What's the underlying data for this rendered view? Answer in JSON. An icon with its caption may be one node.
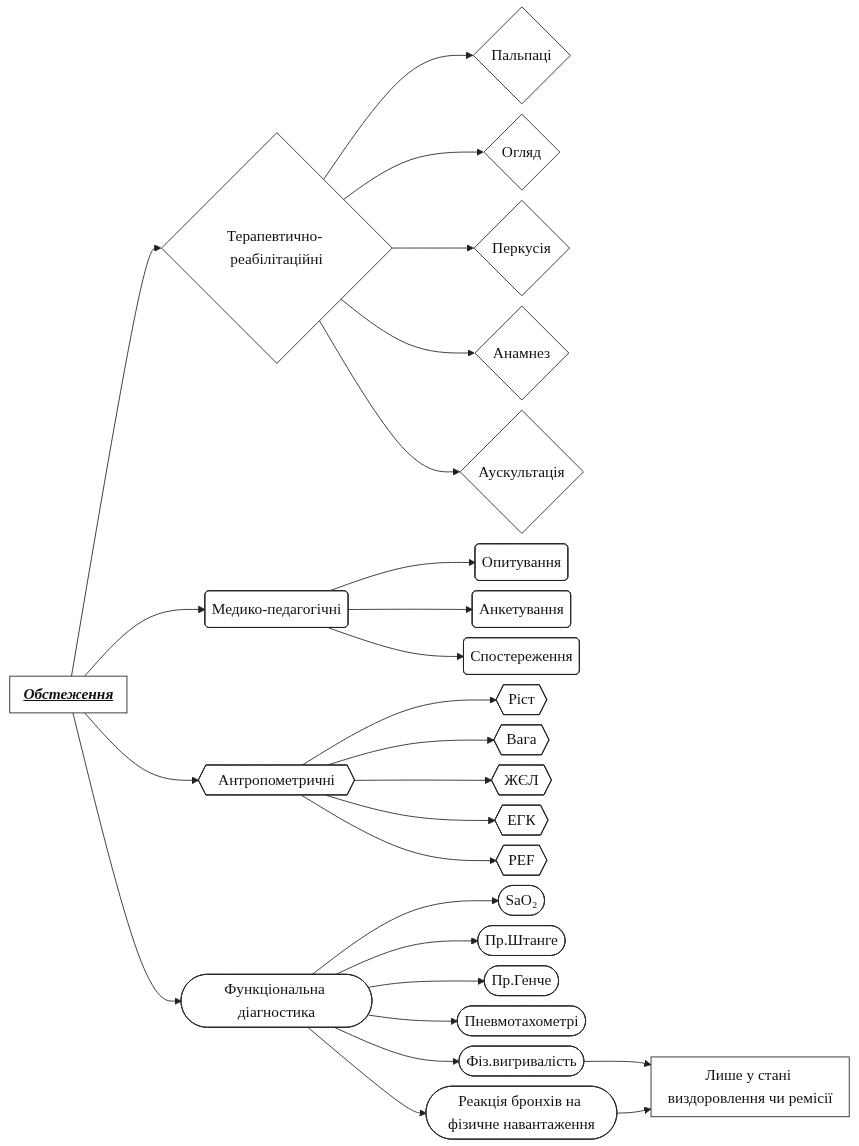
{
  "diagram": {
    "nodes": [
      {
        "text": [
          "Пальпаці"
        ]
      },
      {
        "text": [
          "Огляд"
        ]
      },
      {
        "text": [
          "Перкусія"
        ]
      },
      {
        "text": [
          "Анамнез"
        ]
      },
      {
        "text": [
          "Аускультація"
        ]
      },
      {
        "text": [
          "Терапевтично- реабілітаційні"
        ]
      },
      {
        "text": [
          "Обстеження"
        ]
      },
      {
        "text": [
          "Медико-педагогічні"
        ]
      },
      {
        "text": [
          "Антропометричні"
        ]
      },
      {
        "text": [
          "Опитування"
        ]
      },
      {
        "text": [
          "Анкетування"
        ]
      },
      {
        "text": [
          "Спостереження"
        ]
      },
      {
        "text": [
          "Ріст"
        ]
      },
      {
        "text": [
          "Вага"
        ]
      },
      {
        "text": [
          "ЖЄЛ"
        ]
      },
      {
        "text": [
          "ЕГК"
        ]
      },
      {
        "text": [
          "PEF"
        ]
      },
      {
        "text": [
          "Функціональна діагностика"
        ]
      },
      {
        "text": [
          "SaO₂"
        ]
      },
      {
        "text": [
          "Пр.Штанге"
        ]
      },
      {
        "text": [
          "Пр.Генче"
        ]
      },
      {
        "text": [
          "Пневмотахометрі"
        ]
      },
      {
        "text": [
          "Фіз.вигривалість"
        ]
      },
      {
        "text": [
          "Реакція бронхів на фізичне навантаження"
        ]
      },
      {
        "text": [
          "Лише у стані виздоровлення чи ремісії"
        ]
      }
    ],
    "edges": [
      {
        "from": 6,
        "to": 5,
        "arrow": "to"
      },
      {
        "from": 5,
        "to": 3,
        "arrow": "to"
      },
      {
        "from": 5,
        "to": 1,
        "arrow": "to"
      },
      {
        "from": 5,
        "to": 0,
        "arrow": "to"
      },
      {
        "from": 5,
        "to": 2,
        "arrow": "to"
      },
      {
        "from": 5,
        "to": 4,
        "arrow": "to"
      },
      {
        "from": 6,
        "to": 7,
        "arrow": "to"
      },
      {
        "from": 6,
        "to": 8,
        "arrow": "to"
      },
      {
        "from": 6,
        "to": 17,
        "arrow": "to"
      },
      {
        "from": 7,
        "to": 9,
        "arrow": "to"
      },
      {
        "from": 7,
        "to": 10,
        "arrow": "to"
      },
      {
        "from": 7,
        "to": 11,
        "arrow": "to"
      },
      {
        "from": 8,
        "to": 12,
        "arrow": "to"
      },
      {
        "from": 8,
        "to": 13,
        "arrow": "to"
      },
      {
        "from": 8,
        "to": 14,
        "arrow": "to"
      },
      {
        "from": 8,
        "to": 15,
        "arrow": "to"
      },
      {
        "from": 8,
        "to": 16,
        "arrow": "to"
      },
      {
        "from": 17,
        "to": 19,
        "arrow": "to"
      },
      {
        "from": 17,
        "to": 20,
        "arrow": "to"
      },
      {
        "from": 17,
        "to": 22,
        "arrow": "to"
      },
      {
        "from": 17,
        "to": 23,
        "arrow": "to"
      },
      {
        "from": 17,
        "to": 21,
        "arrow": "to"
      },
      {
        "from": 17,
        "to": 18,
        "arrow": "to"
      },
      {
        "from": 22,
        "to": 24,
        "arrow": "to"
      },
      {
        "from": 23,
        "to": 24,
        "arrow": "to"
      }
    ]
  }
}
